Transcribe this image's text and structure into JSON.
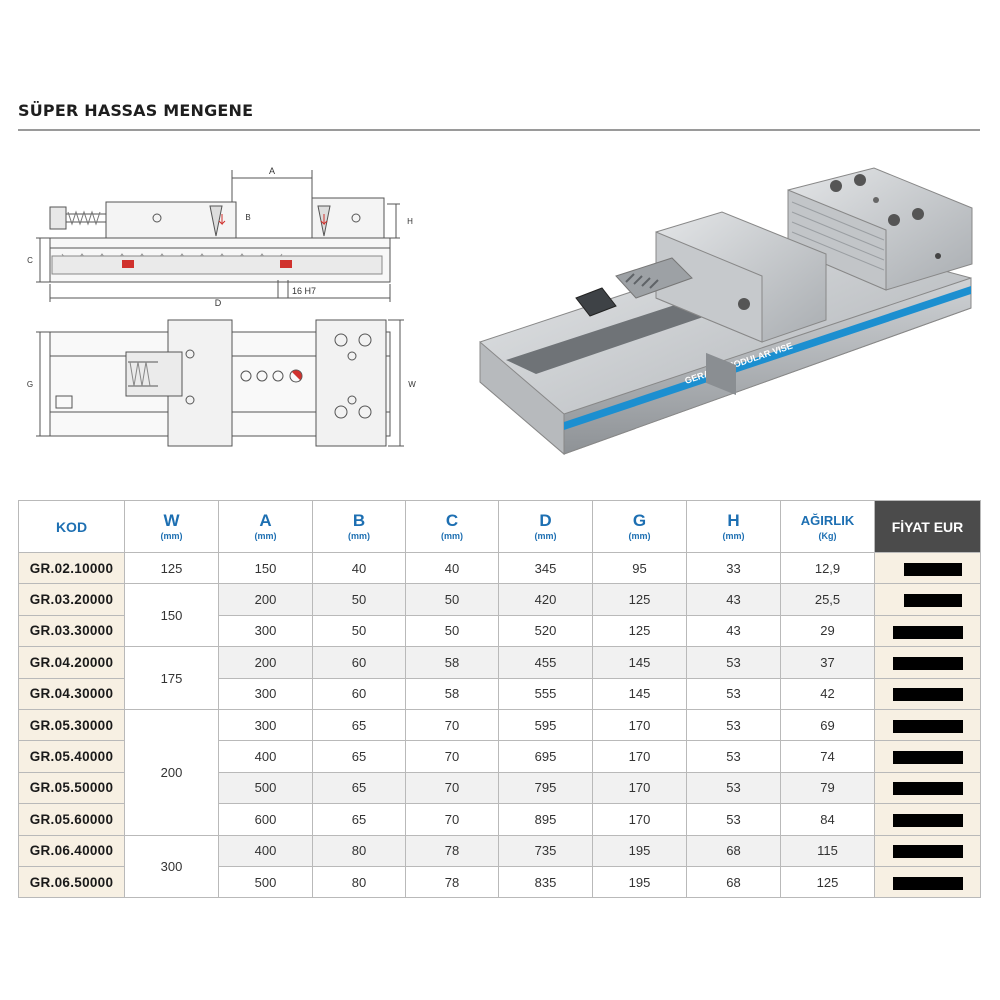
{
  "page": {
    "title": "SÜPER HASSAS MENGENE"
  },
  "drawing": {
    "labels": {
      "a": "A",
      "b": "B",
      "c": "C",
      "d": "D",
      "h": "H",
      "g": "G",
      "w": "W",
      "slot": "16 H7"
    }
  },
  "product_image": {
    "brand_text": "GERARDI MODULAR VISE"
  },
  "table": {
    "headers": [
      {
        "label": "KOD",
        "unit": ""
      },
      {
        "label": "W",
        "unit": "(mm)"
      },
      {
        "label": "A",
        "unit": "(mm)"
      },
      {
        "label": "B",
        "unit": "(mm)"
      },
      {
        "label": "C",
        "unit": "(mm)"
      },
      {
        "label": "D",
        "unit": "(mm)"
      },
      {
        "label": "G",
        "unit": "(mm)"
      },
      {
        "label": "H",
        "unit": "(mm)"
      },
      {
        "label": "AĞIRLIK",
        "unit": "(Kg)"
      },
      {
        "label": "FİYAT EUR",
        "unit": ""
      }
    ],
    "w_groups": [
      "125",
      "150",
      "175",
      "200",
      "300"
    ],
    "rows": [
      {
        "kod": "GR.02.10000",
        "a": "150",
        "b": "40",
        "c": "40",
        "d": "345",
        "g": "95",
        "h": "33",
        "agirlik": "12,9"
      },
      {
        "kod": "GR.03.20000",
        "a": "200",
        "b": "50",
        "c": "50",
        "d": "420",
        "g": "125",
        "h": "43",
        "agirlik": "25,5"
      },
      {
        "kod": "GR.03.30000",
        "a": "300",
        "b": "50",
        "c": "50",
        "d": "520",
        "g": "125",
        "h": "43",
        "agirlik": "29"
      },
      {
        "kod": "GR.04.20000",
        "a": "200",
        "b": "60",
        "c": "58",
        "d": "455",
        "g": "145",
        "h": "53",
        "agirlik": "37"
      },
      {
        "kod": "GR.04.30000",
        "a": "300",
        "b": "60",
        "c": "58",
        "d": "555",
        "g": "145",
        "h": "53",
        "agirlik": "42"
      },
      {
        "kod": "GR.05.30000",
        "a": "300",
        "b": "65",
        "c": "70",
        "d": "595",
        "g": "170",
        "h": "53",
        "agirlik": "69"
      },
      {
        "kod": "GR.05.40000",
        "a": "400",
        "b": "65",
        "c": "70",
        "d": "695",
        "g": "170",
        "h": "53",
        "agirlik": "74"
      },
      {
        "kod": "GR.05.50000",
        "a": "500",
        "b": "65",
        "c": "70",
        "d": "795",
        "g": "170",
        "h": "53",
        "agirlik": "79"
      },
      {
        "kod": "GR.05.60000",
        "a": "600",
        "b": "65",
        "c": "70",
        "d": "895",
        "g": "170",
        "h": "53",
        "agirlik": "84"
      },
      {
        "kod": "GR.06.40000",
        "a": "400",
        "b": "80",
        "c": "78",
        "d": "735",
        "g": "195",
        "h": "68",
        "agirlik": "115"
      },
      {
        "kod": "GR.06.50000",
        "a": "500",
        "b": "80",
        "c": "78",
        "d": "835",
        "g": "195",
        "h": "68",
        "agirlik": "125"
      }
    ]
  },
  "colors": {
    "header_text": "#1d6fb2",
    "price_header_bg": "#4b4b4b",
    "code_cell_bg": "#f7f0e3",
    "alt_row_bg": "#f1f1f1",
    "redaction": "#000000",
    "brand_stripe": "#1c8fd0"
  },
  "icons": {
    "price": "redacted-price-bar"
  }
}
